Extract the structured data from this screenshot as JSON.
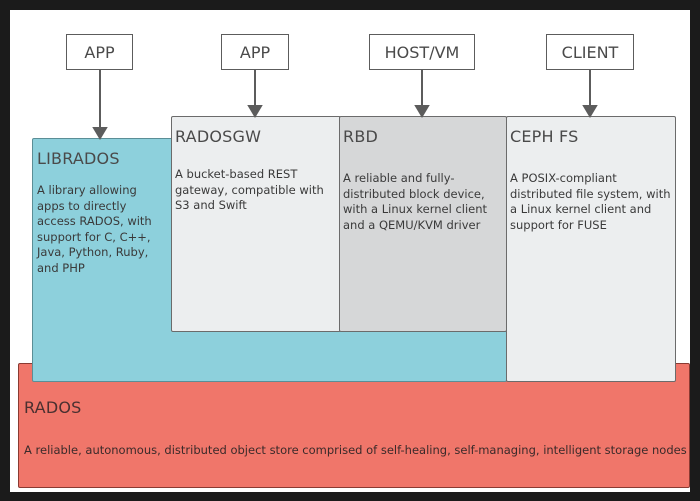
{
  "nodes": {
    "app_left": {
      "label": "APP"
    },
    "app_right": {
      "label": "APP"
    },
    "host_vm": {
      "label": "HOST/VM"
    },
    "client": {
      "label": "CLIENT"
    },
    "librados": {
      "title": "LIBRADOS",
      "description": "A library allowing apps to directly access RADOS, with support for C, C++, Java, Python, Ruby, and PHP"
    },
    "radosgw": {
      "title": "RADOSGW",
      "description": "A bucket-based REST gateway, compatible with S3 and Swift"
    },
    "rbd": {
      "title": "RBD",
      "description": "A reliable and fully-distributed block device, with a Linux kernel client and a QEMU/KVM driver"
    },
    "cephfs": {
      "title": "CEPH FS",
      "description": "A POSIX-compliant distributed file system, with a Linux kernel client and support for FUSE"
    },
    "rados": {
      "title": "RADOS",
      "description": "A reliable, autonomous, distributed object store comprised of self-healing, self-managing, intelligent storage nodes"
    }
  },
  "colors": {
    "librados": "#8dd0dc",
    "radosgw": "#eceeef",
    "rbd": "#d6d7d8",
    "cephfs": "#eceeef",
    "rados": "#f0766a",
    "arrow": "#5c5c5c"
  }
}
